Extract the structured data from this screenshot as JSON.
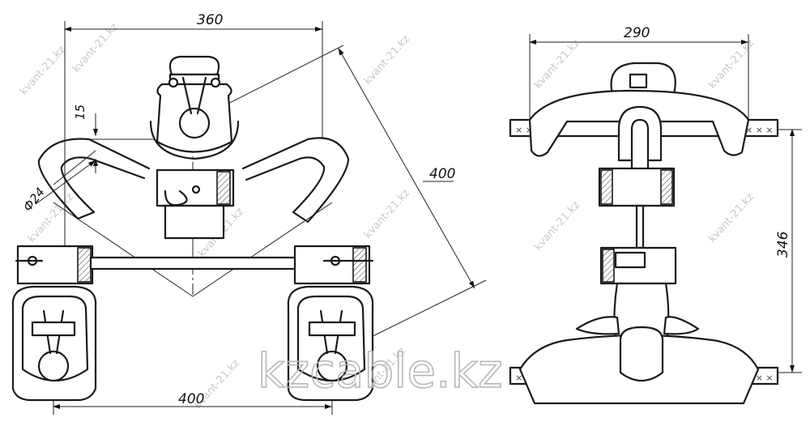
{
  "dimensions": {
    "top_width": "360",
    "pin_offset": "15",
    "rod_diameter": "Ф24",
    "diagonal": "400",
    "bottom_spacing": "400",
    "side_width": "290",
    "side_height": "346"
  },
  "watermark": {
    "site": "kvant-21.kz",
    "brand": "kzcable.kz"
  }
}
